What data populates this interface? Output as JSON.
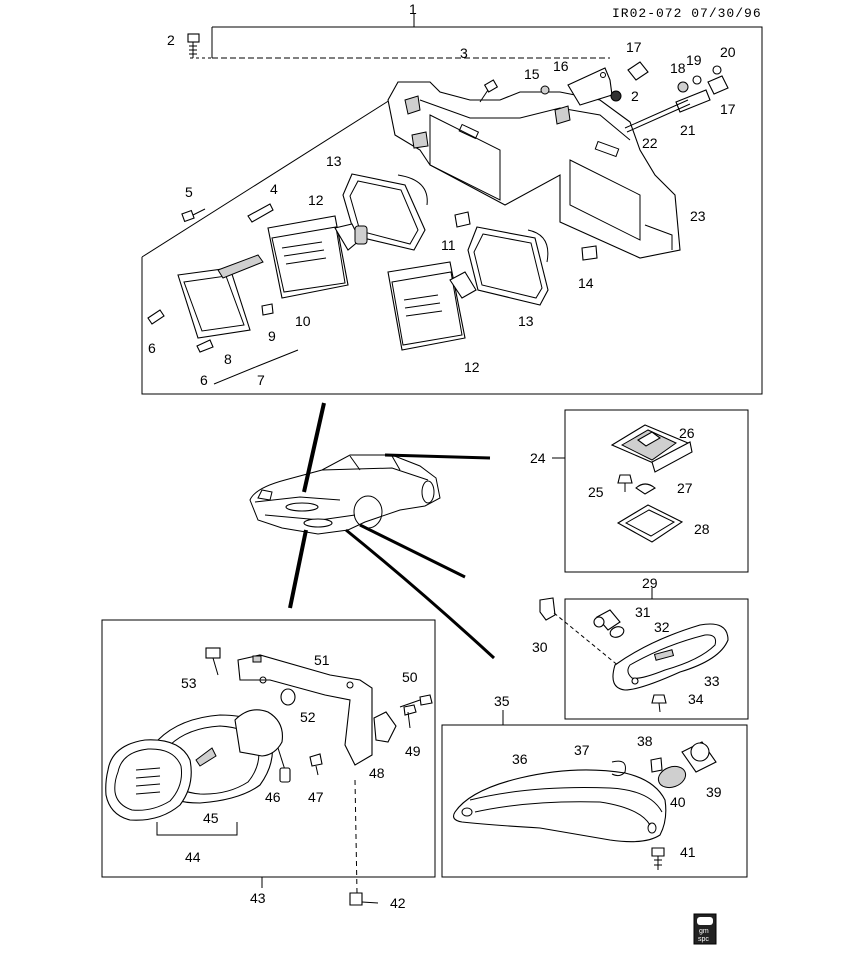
{
  "header": {
    "code": "IR02-072 07/30/96"
  },
  "callouts": [
    "1",
    "2",
    "2",
    "3",
    "4",
    "5",
    "6",
    "6",
    "7",
    "8",
    "9",
    "10",
    "11",
    "12",
    "12",
    "13",
    "13",
    "14",
    "15",
    "16",
    "17",
    "17",
    "18",
    "19",
    "20",
    "21",
    "22",
    "23",
    "24",
    "25",
    "26",
    "27",
    "28",
    "29",
    "30",
    "31",
    "32",
    "33",
    "34",
    "35",
    "36",
    "37",
    "38",
    "39",
    "40",
    "41",
    "42",
    "43",
    "44",
    "45",
    "46",
    "47",
    "48",
    "49",
    "50",
    "51",
    "52",
    "53"
  ],
  "logo": {
    "line1": "gm",
    "line2": "spc"
  }
}
